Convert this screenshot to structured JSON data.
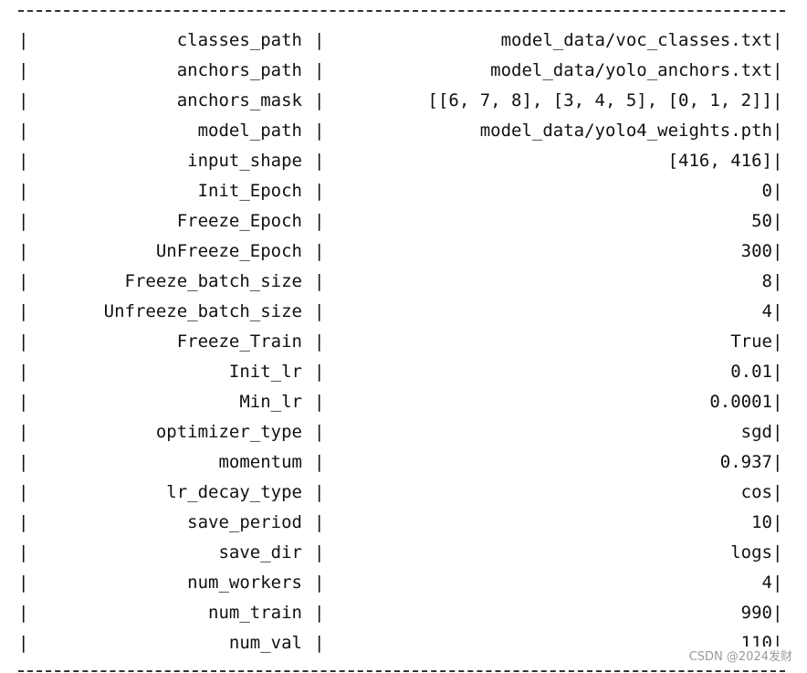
{
  "separator": "-------------------------------------------------------------------------",
  "pipe": "|",
  "rows": [
    {
      "key": "classes_path",
      "value": "model_data/voc_classes.txt"
    },
    {
      "key": "anchors_path",
      "value": "model_data/yolo_anchors.txt"
    },
    {
      "key": "anchors_mask",
      "value": "[[6, 7, 8], [3, 4, 5], [0, 1, 2]]"
    },
    {
      "key": "model_path",
      "value": "model_data/yolo4_weights.pth"
    },
    {
      "key": "input_shape",
      "value": "[416, 416]"
    },
    {
      "key": "Init_Epoch",
      "value": "0"
    },
    {
      "key": "Freeze_Epoch",
      "value": "50"
    },
    {
      "key": "UnFreeze_Epoch",
      "value": "300"
    },
    {
      "key": "Freeze_batch_size",
      "value": "8"
    },
    {
      "key": "Unfreeze_batch_size",
      "value": "4"
    },
    {
      "key": "Freeze_Train",
      "value": "True"
    },
    {
      "key": "Init_lr",
      "value": "0.01"
    },
    {
      "key": "Min_lr",
      "value": "0.0001"
    },
    {
      "key": "optimizer_type",
      "value": "sgd"
    },
    {
      "key": "momentum",
      "value": "0.937"
    },
    {
      "key": "lr_decay_type",
      "value": "cos"
    },
    {
      "key": "save_period",
      "value": "10"
    },
    {
      "key": "save_dir",
      "value": "logs"
    },
    {
      "key": "num_workers",
      "value": "4"
    },
    {
      "key": "num_train",
      "value": "990"
    },
    {
      "key": "num_val",
      "value": "110"
    }
  ],
  "watermark": "CSDN @2024发财"
}
